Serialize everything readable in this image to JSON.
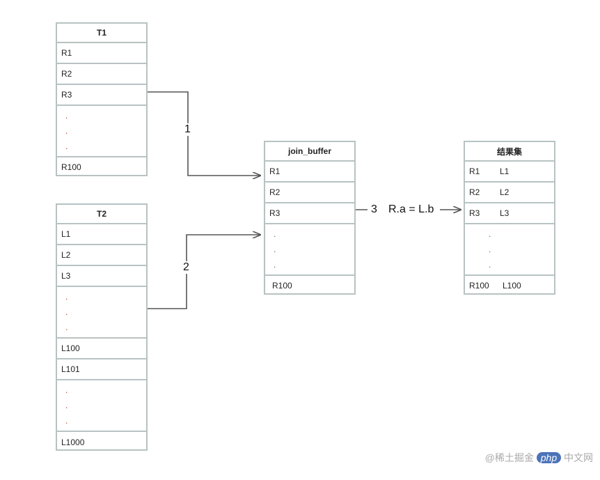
{
  "t1": {
    "title": "T1",
    "rows_top": [
      "R1",
      "R2",
      "R3"
    ],
    "dots": [
      ".",
      ".",
      "."
    ],
    "rows_bottom": [
      "R100"
    ]
  },
  "t2": {
    "title": "T2",
    "rows_a": [
      "L1",
      "L2",
      "L3"
    ],
    "dots_a": [
      ".",
      ".",
      "."
    ],
    "rows_b": [
      "L100",
      "L101"
    ],
    "dots_b": [
      ".",
      ".",
      "."
    ],
    "rows_c": [
      "L1000"
    ]
  },
  "join_buffer": {
    "title": "join_buffer",
    "rows_top": [
      "R1",
      "R2",
      "R3"
    ],
    "dots": [
      ".",
      ".",
      "."
    ],
    "rows_bottom": [
      "R100"
    ]
  },
  "result": {
    "title": "结果集",
    "rows_top": [
      [
        "R1",
        "L1"
      ],
      [
        "R2",
        "L2"
      ],
      [
        "R3",
        "L3"
      ]
    ],
    "dots": [
      ".",
      ".",
      "."
    ],
    "rows_bottom": [
      [
        "R100",
        "L100"
      ]
    ]
  },
  "arrows": {
    "step1": "1",
    "step2": "2",
    "step3": "3",
    "condition": "R.a = L.b"
  },
  "watermark": {
    "text": "@稀土掘金",
    "badge": "php",
    "suffix": "中文网"
  },
  "colors": {
    "border": "#b8c2c2",
    "arrow": "#555555",
    "dot_red": "#c0392b"
  }
}
